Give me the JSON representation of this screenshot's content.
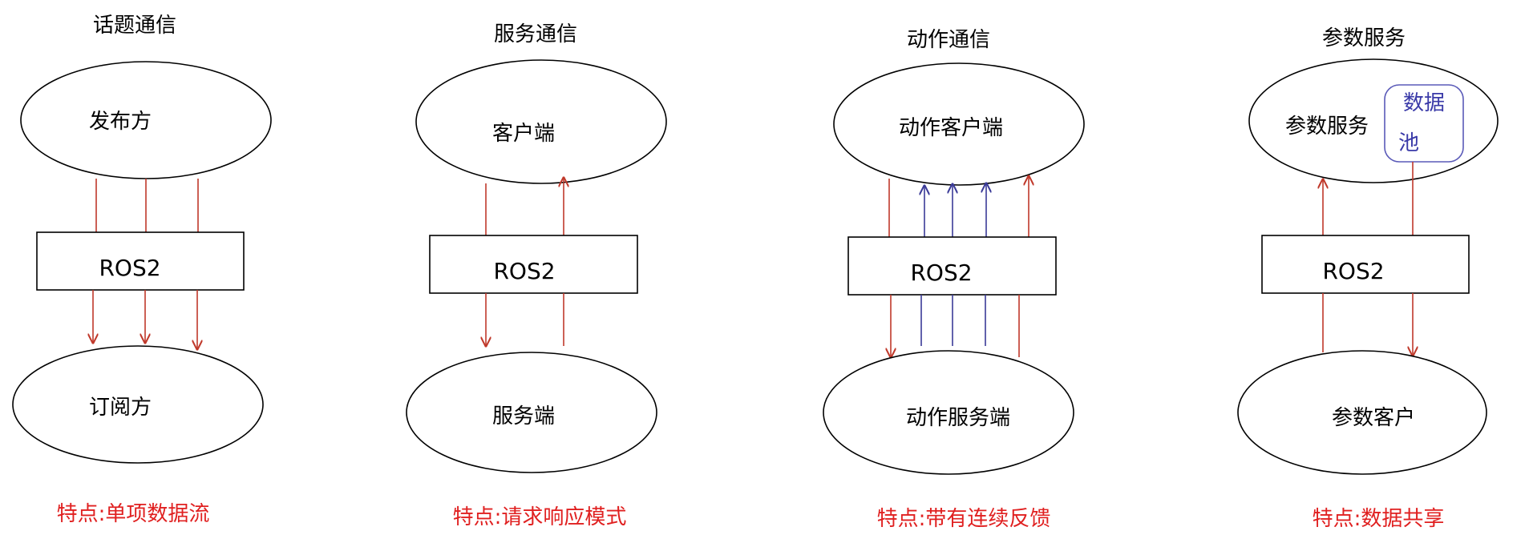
{
  "colors": {
    "outline": "#000000",
    "red_arrow": "#c0392b",
    "blue_arrow": "#3b3b98",
    "feature_text": "#e02020",
    "pool_text": "#3a3aa8"
  },
  "panels": [
    {
      "title": "话题通信",
      "top_node": "发布方",
      "middleware": "ROS2",
      "bottom_node": "订阅方",
      "feature": "特点:单项数据流"
    },
    {
      "title": "服务通信",
      "top_node": "客户端",
      "middleware": "ROS2",
      "bottom_node": "服务端",
      "feature": "特点:请求响应模式"
    },
    {
      "title": "动作通信",
      "top_node": "动作客户端",
      "middleware": "ROS2",
      "bottom_node": "动作服务端",
      "feature": "特点:带有连续反馈"
    },
    {
      "title": "参数服务",
      "top_node": "参数服务",
      "pool_line1": "数据",
      "pool_line2": "池",
      "middleware": "ROS2",
      "bottom_node": "参数客户",
      "feature": "特点:数据共享"
    }
  ]
}
